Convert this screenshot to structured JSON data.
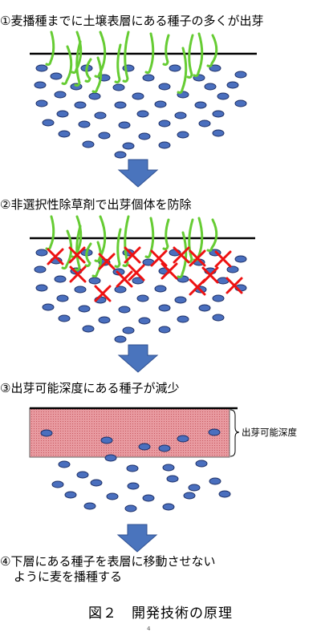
{
  "steps": [
    {
      "text": "①麦播種までに土壌表層にある種子の多くが出芽"
    },
    {
      "text": "②非選択性除草剤で出芽個体を防除"
    },
    {
      "text": "③出芽可能深度にある種子が減少"
    },
    {
      "lines": [
        "④下層にある種子を表層に移動させない",
        "ように麦を播種する"
      ]
    }
  ],
  "depth_label": "出芽可能深度",
  "caption": "図２　開発技術の原理",
  "page_mark": "4",
  "colors": {
    "seed_fill": "#4a6fbe",
    "seed_stroke": "#1d2f66",
    "seedling": "#66cc33",
    "cross": "#ee1111",
    "arrow": "#4a74bd",
    "depth_zone": "#e3898f",
    "soil_line": "#000000"
  }
}
